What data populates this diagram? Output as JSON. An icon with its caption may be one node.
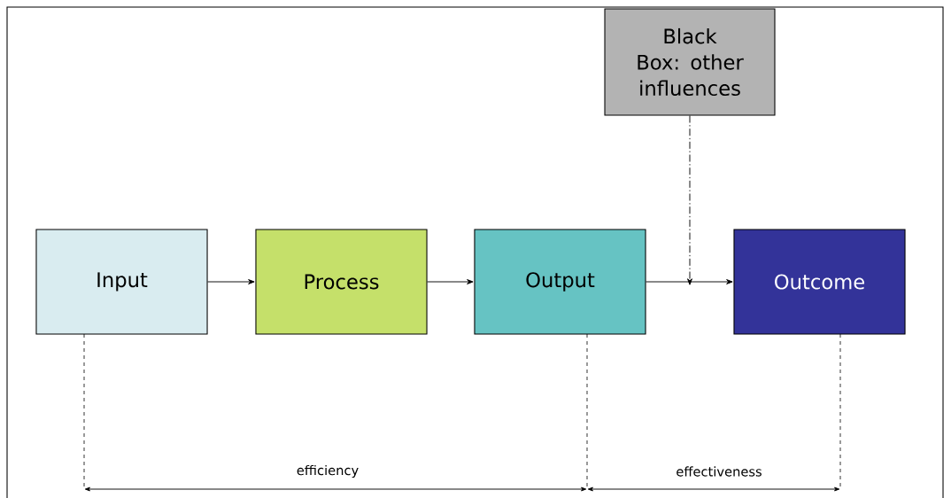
{
  "diagram": {
    "nodes": [
      {
        "text": [
          "Input"
        ]
      },
      {
        "text": [
          "Process"
        ]
      },
      {
        "text": [
          "Output"
        ]
      },
      {
        "text": [
          "Outcome"
        ]
      },
      {
        "text": [
          "Black Box: other influences"
        ]
      }
    ],
    "edges": [
      {
        "from": 0,
        "to": 1,
        "arrow": "to"
      },
      {
        "from": 1,
        "to": 2,
        "arrow": "to"
      },
      {
        "from": 2,
        "to": 3,
        "arrow": "to"
      },
      {
        "from": 4,
        "to": null,
        "arrow": "to",
        "style": "dashed"
      }
    ],
    "labels": [
      "efficiency",
      "effectiveness"
    ]
  }
}
